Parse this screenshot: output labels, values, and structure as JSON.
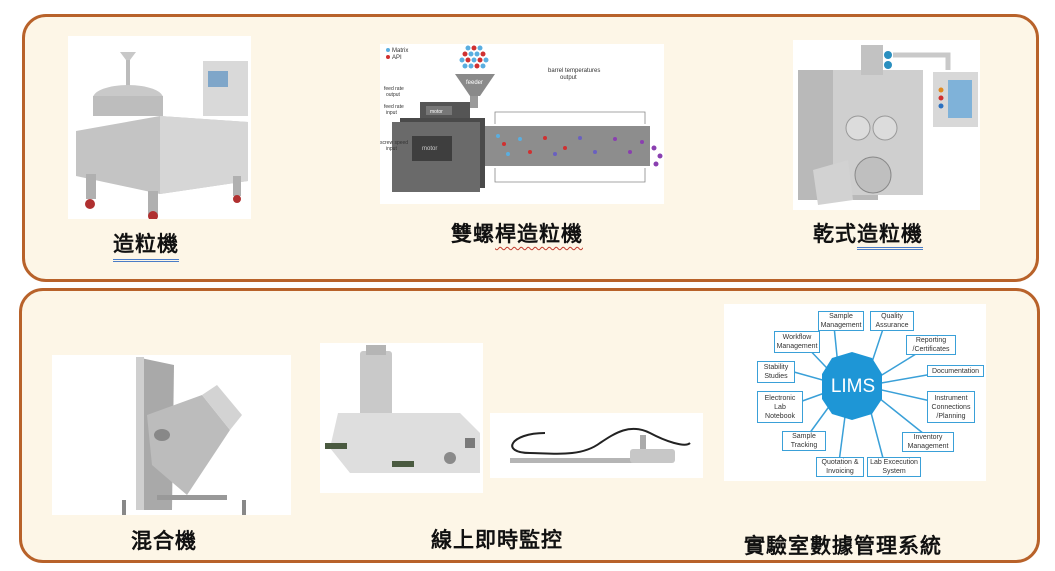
{
  "colors": {
    "panel_bg": "#fdf6e7",
    "panel_border": "#b8622a",
    "lims_blue": "#1e96d6",
    "underline_blue": "#4a7cc7",
    "underline_red": "#c0392b"
  },
  "top_row": {
    "items": [
      {
        "label": "造粒機",
        "image": "high-shear-granulator-photo"
      },
      {
        "label": "雙螺桿造粒機",
        "image": "twin-screw-granulator-diagram"
      },
      {
        "label": "乾式造粒機",
        "image": "dry-granulator-roller-compactor-photo"
      }
    ]
  },
  "bottom_row": {
    "items": [
      {
        "label": "混合機",
        "image": "bin-blender-photo"
      },
      {
        "label": "線上即時監控",
        "image": "inline-sensor-and-probe-photos"
      },
      {
        "label": "實驗室數據管理系統",
        "image": "lims-diagram"
      }
    ]
  },
  "twin_screw_diagram": {
    "legend": [
      "Matrix",
      "API"
    ],
    "feeder": "feeder",
    "motor_small": "motor",
    "motor_large": "motor",
    "feed_rate_output": "feed rate output",
    "feed_rate_input": "feed rate input",
    "screw_speed_input": "screw speed input",
    "barrel_temperatures_output": "barrel temperatures output"
  },
  "lims_diagram": {
    "center": "LIMS",
    "nodes": [
      "Sample Management",
      "Quality Assurance",
      "Reporting /Certificates",
      "Documentation",
      "Instrument Connections /Planning",
      "Inventory Management",
      "Lab Excecution System",
      "Quotation & Invoicing",
      "Sample Tracking",
      "Electronic Lab Notebook",
      "Stability Studies",
      "Workflow Management"
    ]
  }
}
